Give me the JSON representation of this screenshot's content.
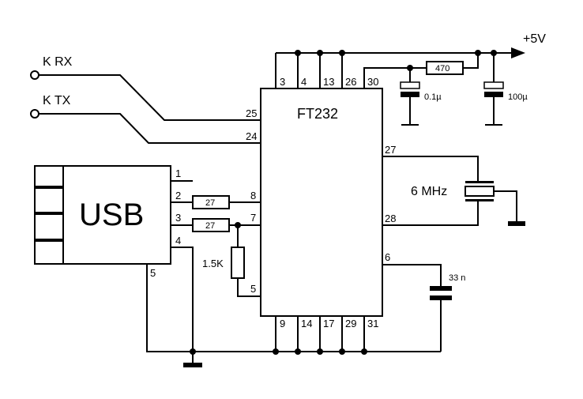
{
  "signals": {
    "rx": "K RX",
    "tx": "K TX"
  },
  "power": {
    "vcc": "+5V"
  },
  "chip": {
    "name": "FT232",
    "pins": {
      "p3": "3",
      "p4": "4",
      "p13": "13",
      "p26": "26",
      "p30": "30",
      "p25": "25",
      "p24": "24",
      "p8": "8",
      "p7": "7",
      "p5": "5",
      "p27": "27",
      "p28": "28",
      "p6": "6",
      "p9": "9",
      "p14": "14",
      "p17": "17",
      "p29": "29",
      "p31": "31"
    }
  },
  "usb": {
    "label": "USB",
    "pins": {
      "p1": "1",
      "p2": "2",
      "p3": "3",
      "p4": "4",
      "p5": "5"
    }
  },
  "components": {
    "r470": "470",
    "c01": "0.1µ",
    "c100": "100µ",
    "r27a": "27",
    "r27b": "27",
    "r15k": "1.5K",
    "crystal": "6 MHz",
    "c33": "33 n"
  }
}
